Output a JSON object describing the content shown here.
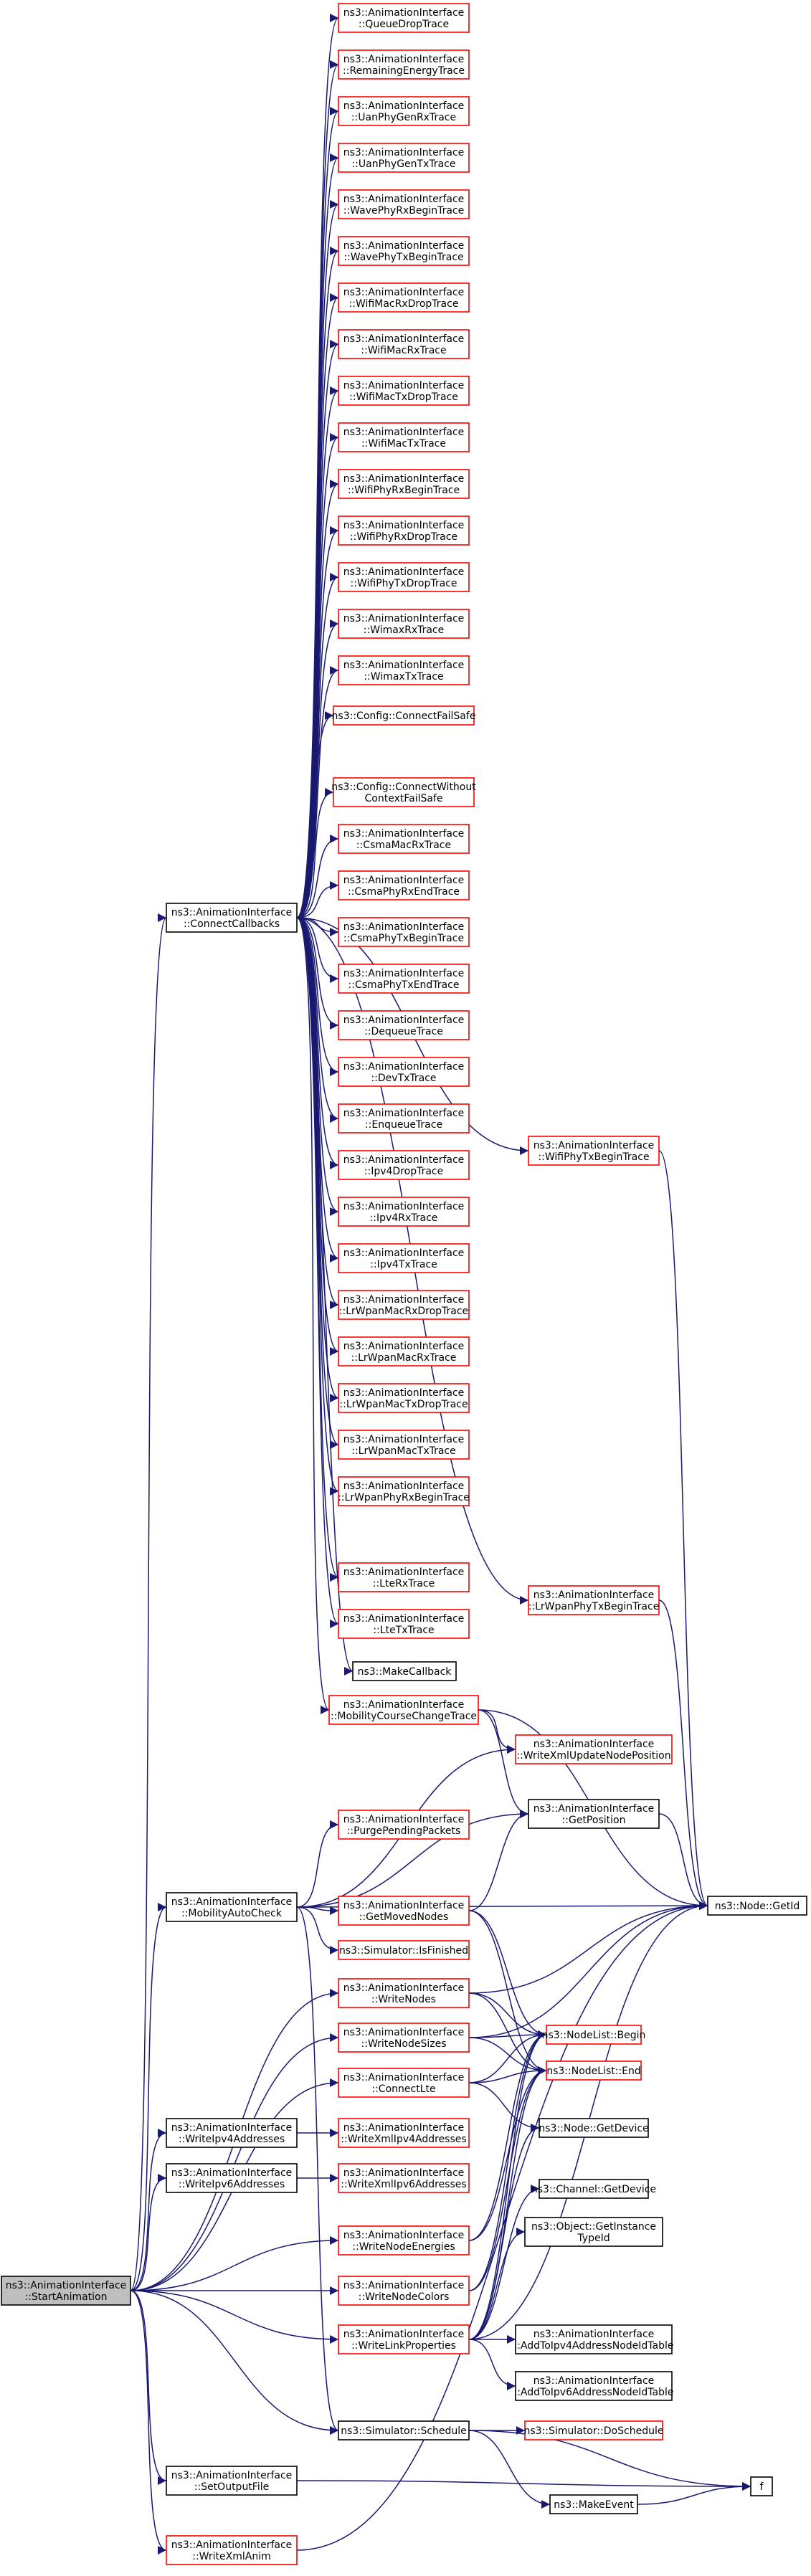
{
  "nodes": {
    "start_animation": {
      "lines": [
        "ns3::AnimationInterface",
        "::StartAnimation"
      ],
      "link": false,
      "root": true
    },
    "connect_callbacks": {
      "lines": [
        "ns3::AnimationInterface",
        "::ConnectCallbacks"
      ],
      "link": true
    },
    "mobility_auto_check": {
      "lines": [
        "ns3::AnimationInterface",
        "::MobilityAutoCheck"
      ],
      "link": true
    },
    "write_ipv4_addresses": {
      "lines": [
        "ns3::AnimationInterface",
        "::WriteIpv4Addresses"
      ],
      "link": true
    },
    "write_ipv6_addresses": {
      "lines": [
        "ns3::AnimationInterface",
        "::WriteIpv6Addresses"
      ],
      "link": true
    },
    "set_output_file": {
      "lines": [
        "ns3::AnimationInterface",
        "::SetOutputFile"
      ],
      "link": true
    },
    "write_xml_anim": {
      "lines": [
        "ns3::AnimationInterface",
        "::WriteXmlAnim"
      ],
      "link": false
    },
    "queue_drop_trace": {
      "lines": [
        "ns3::AnimationInterface",
        "::QueueDropTrace"
      ],
      "link": false
    },
    "remaining_energy_trace": {
      "lines": [
        "ns3::AnimationInterface",
        "::RemainingEnergyTrace"
      ],
      "link": false
    },
    "uan_phy_gen_rx_trace": {
      "lines": [
        "ns3::AnimationInterface",
        "::UanPhyGenRxTrace"
      ],
      "link": false
    },
    "uan_phy_gen_tx_trace": {
      "lines": [
        "ns3::AnimationInterface",
        "::UanPhyGenTxTrace"
      ],
      "link": false
    },
    "wave_phy_rx_begin_trace": {
      "lines": [
        "ns3::AnimationInterface",
        "::WavePhyRxBeginTrace"
      ],
      "link": false
    },
    "wave_phy_tx_begin_trace": {
      "lines": [
        "ns3::AnimationInterface",
        "::WavePhyTxBeginTrace"
      ],
      "link": false
    },
    "wifi_mac_rx_drop_trace": {
      "lines": [
        "ns3::AnimationInterface",
        "::WifiMacRxDropTrace"
      ],
      "link": false
    },
    "wifi_mac_rx_trace": {
      "lines": [
        "ns3::AnimationInterface",
        "::WifiMacRxTrace"
      ],
      "link": false
    },
    "wifi_mac_tx_drop_trace": {
      "lines": [
        "ns3::AnimationInterface",
        "::WifiMacTxDropTrace"
      ],
      "link": false
    },
    "wifi_mac_tx_trace": {
      "lines": [
        "ns3::AnimationInterface",
        "::WifiMacTxTrace"
      ],
      "link": false
    },
    "wifi_phy_rx_begin_trace": {
      "lines": [
        "ns3::AnimationInterface",
        "::WifiPhyRxBeginTrace"
      ],
      "link": false
    },
    "wifi_phy_rx_drop_trace": {
      "lines": [
        "ns3::AnimationInterface",
        "::WifiPhyRxDropTrace"
      ],
      "link": false
    },
    "wifi_phy_tx_drop_trace": {
      "lines": [
        "ns3::AnimationInterface",
        "::WifiPhyTxDropTrace"
      ],
      "link": false
    },
    "wimax_rx_trace": {
      "lines": [
        "ns3::AnimationInterface",
        "::WimaxRxTrace"
      ],
      "link": false
    },
    "wimax_tx_trace": {
      "lines": [
        "ns3::AnimationInterface",
        "::WimaxTxTrace"
      ],
      "link": false
    },
    "connect_fail_safe": {
      "lines": [
        "ns3::Config::ConnectFailSafe"
      ],
      "link": false
    },
    "connect_without_context_fail_safe": {
      "lines": [
        "ns3::Config::ConnectWithout",
        "ContextFailSafe"
      ],
      "link": false
    },
    "csma_mac_rx_trace": {
      "lines": [
        "ns3::AnimationInterface",
        "::CsmaMacRxTrace"
      ],
      "link": false
    },
    "csma_phy_rx_end_trace": {
      "lines": [
        "ns3::AnimationInterface",
        "::CsmaPhyRxEndTrace"
      ],
      "link": false
    },
    "csma_phy_tx_begin_trace": {
      "lines": [
        "ns3::AnimationInterface",
        "::CsmaPhyTxBeginTrace"
      ],
      "link": false
    },
    "csma_phy_tx_end_trace": {
      "lines": [
        "ns3::AnimationInterface",
        "::CsmaPhyTxEndTrace"
      ],
      "link": false
    },
    "dequeue_trace": {
      "lines": [
        "ns3::AnimationInterface",
        "::DequeueTrace"
      ],
      "link": false
    },
    "dev_tx_trace": {
      "lines": [
        "ns3::AnimationInterface",
        "::DevTxTrace"
      ],
      "link": false
    },
    "enqueue_trace": {
      "lines": [
        "ns3::AnimationInterface",
        "::EnqueueTrace"
      ],
      "link": false
    },
    "ipv4_drop_trace": {
      "lines": [
        "ns3::AnimationInterface",
        "::Ipv4DropTrace"
      ],
      "link": false
    },
    "ipv4_rx_trace": {
      "lines": [
        "ns3::AnimationInterface",
        "::Ipv4RxTrace"
      ],
      "link": false
    },
    "ipv4_tx_trace": {
      "lines": [
        "ns3::AnimationInterface",
        "::Ipv4TxTrace"
      ],
      "link": false
    },
    "lr_wpan_mac_rx_drop_trace": {
      "lines": [
        "ns3::AnimationInterface",
        "::LrWpanMacRxDropTrace"
      ],
      "link": false
    },
    "lr_wpan_mac_rx_trace": {
      "lines": [
        "ns3::AnimationInterface",
        "::LrWpanMacRxTrace"
      ],
      "link": false
    },
    "lr_wpan_mac_tx_drop_trace": {
      "lines": [
        "ns3::AnimationInterface",
        "::LrWpanMacTxDropTrace"
      ],
      "link": false
    },
    "lr_wpan_mac_tx_trace": {
      "lines": [
        "ns3::AnimationInterface",
        "::LrWpanMacTxTrace"
      ],
      "link": false
    },
    "lr_wpan_phy_rx_begin_trace": {
      "lines": [
        "ns3::AnimationInterface",
        "::LrWpanPhyRxBeginTrace"
      ],
      "link": false
    },
    "lte_rx_trace": {
      "lines": [
        "ns3::AnimationInterface",
        "::LteRxTrace"
      ],
      "link": false
    },
    "lte_tx_trace": {
      "lines": [
        "ns3::AnimationInterface",
        "::LteTxTrace"
      ],
      "link": false
    },
    "make_callback": {
      "lines": [
        "ns3::MakeCallback"
      ],
      "link": true
    },
    "mobility_course_change_trace": {
      "lines": [
        "ns3::AnimationInterface",
        "::MobilityCourseChangeTrace"
      ],
      "link": false
    },
    "wifi_phy_tx_begin_trace": {
      "lines": [
        "ns3::AnimationInterface",
        "::WifiPhyTxBeginTrace"
      ],
      "link": false
    },
    "lr_wpan_phy_tx_begin_trace": {
      "lines": [
        "ns3::AnimationInterface",
        "::LrWpanPhyTxBeginTrace"
      ],
      "link": false
    },
    "write_xml_update_node_position": {
      "lines": [
        "ns3::AnimationInterface",
        "::WriteXmlUpdateNodePosition"
      ],
      "link": false
    },
    "purge_pending_packets": {
      "lines": [
        "ns3::AnimationInterface",
        "::PurgePendingPackets"
      ],
      "link": false
    },
    "get_position": {
      "lines": [
        "ns3::AnimationInterface",
        "::GetPosition"
      ],
      "link": true
    },
    "get_moved_nodes": {
      "lines": [
        "ns3::AnimationInterface",
        "::GetMovedNodes"
      ],
      "link": false
    },
    "simulator_is_finished": {
      "lines": [
        "ns3::Simulator::IsFinished"
      ],
      "link": false
    },
    "write_nodes": {
      "lines": [
        "ns3::AnimationInterface",
        "::WriteNodes"
      ],
      "link": false
    },
    "write_node_sizes": {
      "lines": [
        "ns3::AnimationInterface",
        "::WriteNodeSizes"
      ],
      "link": false
    },
    "connect_lte": {
      "lines": [
        "ns3::AnimationInterface",
        "::ConnectLte"
      ],
      "link": false
    },
    "write_xml_ipv4_addresses": {
      "lines": [
        "ns3::AnimationInterface",
        "::WriteXmlIpv4Addresses"
      ],
      "link": false
    },
    "write_xml_ipv6_addresses": {
      "lines": [
        "ns3::AnimationInterface",
        "::WriteXmlIpv6Addresses"
      ],
      "link": false
    },
    "write_node_energies": {
      "lines": [
        "ns3::AnimationInterface",
        "::WriteNodeEnergies"
      ],
      "link": false
    },
    "write_node_colors": {
      "lines": [
        "ns3::AnimationInterface",
        "::WriteNodeColors"
      ],
      "link": false
    },
    "write_link_properties": {
      "lines": [
        "ns3::AnimationInterface",
        "::WriteLinkProperties"
      ],
      "link": false
    },
    "simulator_schedule": {
      "lines": [
        "ns3::Simulator::Schedule"
      ],
      "link": true
    },
    "node_get_id": {
      "lines": [
        "ns3::Node::GetId"
      ],
      "link": true
    },
    "node_list_begin": {
      "lines": [
        "ns3::NodeList::Begin"
      ],
      "link": false
    },
    "node_list_end": {
      "lines": [
        "ns3::NodeList::End"
      ],
      "link": false
    },
    "node_get_device": {
      "lines": [
        "ns3::Node::GetDevice"
      ],
      "link": true
    },
    "channel_get_device": {
      "lines": [
        "ns3::Channel::GetDevice"
      ],
      "link": true
    },
    "object_get_instance_type_id": {
      "lines": [
        "ns3::Object::GetInstance",
        "TypeId"
      ],
      "link": true
    },
    "add_to_ipv4_address_node_id_table": {
      "lines": [
        "ns3::AnimationInterface",
        "::AddToIpv4AddressNodeIdTable"
      ],
      "link": true
    },
    "add_to_ipv6_address_node_id_table": {
      "lines": [
        "ns3::AnimationInterface",
        "::AddToIpv6AddressNodeIdTable"
      ],
      "link": true
    },
    "simulator_do_schedule": {
      "lines": [
        "ns3::Simulator::DoSchedule"
      ],
      "link": false
    },
    "make_event": {
      "lines": [
        "ns3::MakeEvent"
      ],
      "link": true
    },
    "f": {
      "lines": [
        "f"
      ],
      "link": true
    }
  },
  "colors": {
    "edge": "#191970",
    "link_border": "#000000",
    "missing_border": "#ff0000",
    "root_fill": "#bfbfbf"
  }
}
